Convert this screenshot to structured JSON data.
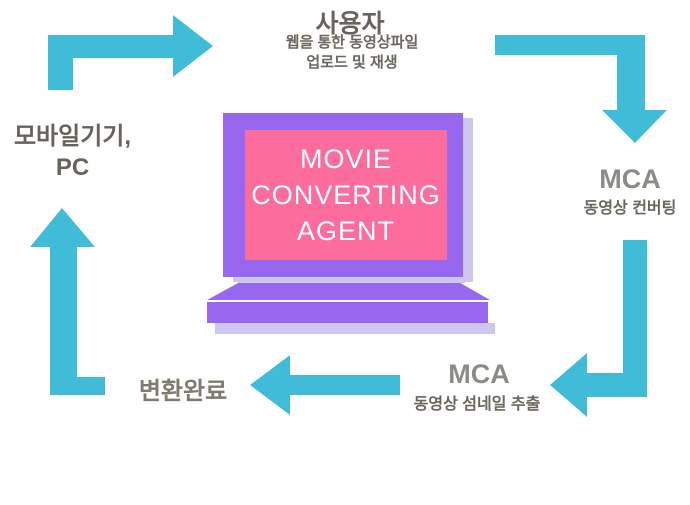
{
  "diagram_title": "Movie Converting Agent flow diagram",
  "colors": {
    "arrow": "#41BCD8",
    "laptop_purple": "#9768EF",
    "laptop_shadow": "#CDC7F0",
    "screen_pink": "#FC6D9E",
    "screen_text": "#FFFFFF",
    "label_dark": "#67635B",
    "label_gray": "#8C8B85"
  },
  "nodes": {
    "user": {
      "title": "사용자",
      "subtitle_line1": "웹을 통한 동영상파일",
      "subtitle_line2": "업로드 및 재생"
    },
    "device": {
      "line1": "모바일기기,",
      "line2": "PC"
    },
    "mca_convert": {
      "title": "MCA",
      "subtitle": "동영상 컨버팅"
    },
    "mca_thumbnail": {
      "title": "MCA",
      "subtitle": "동영상 섬네일 추출"
    },
    "done": {
      "label": "변환완료"
    }
  },
  "laptop": {
    "screen_line1": "MOVIE",
    "screen_line2": "CONVERTING",
    "screen_line3": "AGENT"
  }
}
